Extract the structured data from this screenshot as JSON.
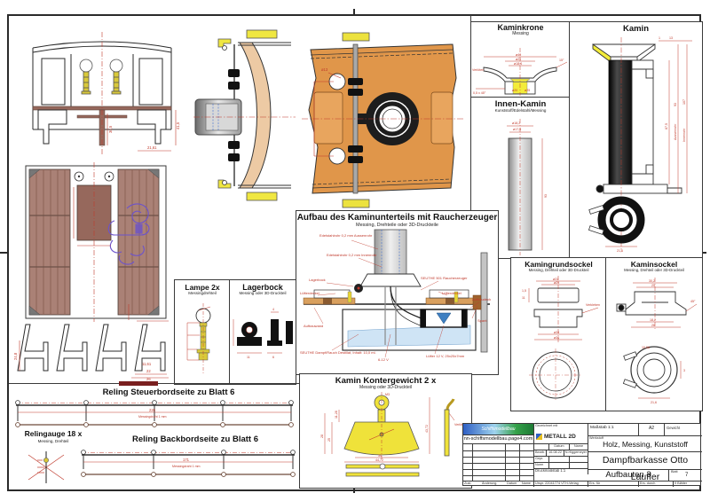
{
  "panels": {
    "kaminkrone": {
      "title": "Kaminkrone",
      "subtitle": "Messing",
      "note": "Verlöten",
      "dims": [
        "ø46",
        "ø21",
        "ø18,6",
        "ø20",
        "ø25",
        "0,5 x 45°",
        "15°"
      ]
    },
    "kamin": {
      "title": "Kamin",
      "dims": [
        "1",
        "13",
        "87,5",
        "93",
        "107",
        "21,6"
      ],
      "labels": [
        "Aussenrohr",
        "Innenrohr"
      ]
    },
    "innen_kamin": {
      "title": "Innen-Kamin",
      "subtitle": "Kunststoff/Edelstahl/Messing",
      "dims": [
        "ø18,2",
        "ø17,6",
        "93"
      ]
    },
    "kamingrundsockel": {
      "title": "Kamingrundsockel",
      "subtitle": "Messing, Drehteil oder 3D-Druckteil",
      "note": "Verkleben",
      "dims": [
        "ø31",
        "ø25",
        "1,5",
        "11",
        "ø34",
        "ø36"
      ]
    },
    "kaminsockel": {
      "title": "Kaminsockel",
      "subtitle": "Messing, Drehteil oder 3D-Druckteil",
      "dims": [
        "30,2",
        "25",
        "18,2",
        "26",
        "45°",
        "10,56",
        "3",
        "21,6"
      ]
    },
    "aufbau": {
      "title": "Aufbau des Kaminunterteils mit Raucherzeuger",
      "subtitle": "Messing, Drehteile oder 3D-Druckteile",
      "annotations": [
        "Edelstahlrohr 0,2 mm Aussenrohr",
        "Edelstahlrohr 0,2 mm Innenrohr",
        "Lagerbock",
        "Lüfterdeckel",
        "SEUTHE 501 Raucherzeuger",
        "Lüfterdeckel",
        "Aufbaudeck",
        "Spant",
        "Aufbauwand",
        "SEUTHE Dampf/Rauch Destillat, Inhalt: 10,0 ml.",
        "6-12 V",
        "Lüfter 12 V, 25x25x7mm"
      ]
    },
    "lampe": {
      "title": "Lampe 2x",
      "subtitle": "Messingdrehteil"
    },
    "lagerbock": {
      "title": "Lagerbock",
      "subtitle": "Messing oder 3D-Druckteil",
      "dims": [
        "4",
        "11",
        "6"
      ]
    },
    "kontergewicht": {
      "title": "Kamin Kontergewicht 2 x",
      "subtitle": "Messing oder 3D-Druckteil",
      "note": "Verlöten",
      "dims": [
        "M3",
        "11,28",
        "25",
        "28",
        "34",
        "44,72",
        "43,72"
      ]
    },
    "reling_steuerbord": {
      "title": "Reling Steuerbordseite zu Blatt 6",
      "dim": "226",
      "material": "Messingdraht 1 mm"
    },
    "relingauge": {
      "title": "Relingauge 18 x",
      "subtitle": "Messing, Drehteil"
    },
    "reling_backbord": {
      "title": "Reling Backbordseite zu Blatt 6",
      "dim": "171",
      "material": "Messingdraht 1 mm"
    },
    "cabin": {
      "dims": [
        "41,5",
        "30,5",
        "21,61"
      ]
    },
    "profiles": {
      "dims": [
        "24,8",
        "11,61",
        "22",
        "26"
      ]
    },
    "rooftop": {
      "dims": [
        "ø13"
      ]
    }
  },
  "titleblock": {
    "logo_text": "Schiffsmodellbau",
    "website": "nn-schiffsmodellbau.page4.com",
    "drawn_with_label": "Gezeichnet mit",
    "cad_name": "METALL 2D",
    "scale": "Maßstab 1:1",
    "format": "A2",
    "weight_label": "Gewicht",
    "material_label": "Werkstoff",
    "material": "Holz, Messing, Kunststoff",
    "project": "Dampfbarkasse Otto Lauffer",
    "sheet_title": "Aufbauten 3",
    "col_date": "Datum",
    "col_name": "Name",
    "row_bearb": "Bearb.",
    "bearb_date": "16.08.22",
    "bearb_name": "N.Higgemeyer",
    "row_gepr": "Gepr.",
    "row_norm": "Norm",
    "print_scale": "Druckmaßstab 1:1",
    "blatt_label": "Blatt",
    "blatt_no": "7",
    "blatt_total": "9 Blätter",
    "zust": "Zust.",
    "aenderung": "Änderung",
    "datum2": "Datum",
    "name2": "Name",
    "urspr": "Urspr. 22041774 VTH-Verlag",
    "ers_fuer": "Ers. für",
    "ers_durch": "Ers. durch"
  }
}
